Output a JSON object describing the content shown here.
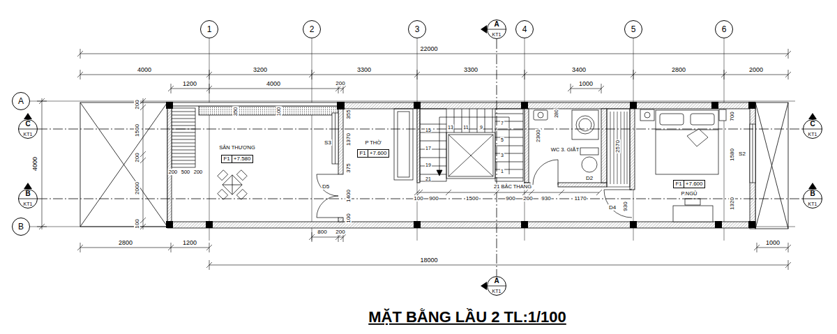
{
  "diagram": {
    "title": "MẶT BẰNG LẦU 2 TL:1/100",
    "nodes": [
      {
        "text": [
          "1"
        ]
      },
      {
        "text": [
          "2"
        ]
      },
      {
        "text": [
          "3"
        ]
      },
      {
        "text": [
          "4"
        ]
      },
      {
        "text": [
          "5"
        ]
      },
      {
        "text": [
          "6"
        ]
      },
      {
        "text": [
          "A"
        ]
      },
      {
        "text": [
          "B"
        ]
      },
      {
        "text": [
          "A",
          "KT1"
        ]
      },
      {
        "text": [
          "A",
          "KT1"
        ]
      },
      {
        "text": [
          "C",
          "KT1"
        ]
      },
      {
        "text": [
          "B",
          "KT1"
        ]
      },
      {
        "text": [
          "C",
          "KT1"
        ]
      },
      {
        "text": [
          "B",
          "KT1"
        ]
      },
      {
        "text": [
          "F1",
          "+7.580"
        ]
      },
      {
        "text": [
          "F1",
          "+7.600"
        ]
      },
      {
        "text": [
          "F1",
          "+7.600"
        ]
      }
    ],
    "edges": [
      {
        "from": 8,
        "to": 9,
        "arrow": "none"
      },
      {
        "from": 10,
        "to": 12,
        "arrow": "none"
      },
      {
        "from": 11,
        "to": 13,
        "arrow": "none"
      }
    ],
    "labels": [
      "22000",
      "4000",
      "3200",
      "3300",
      "3300",
      "3400",
      "2800",
      "2000",
      "1200",
      "4000",
      "200",
      "1000",
      "350",
      "100",
      "355",
      "1370",
      "375",
      "1400",
      "100",
      "S3",
      "SÂN THƯỢNG",
      "P THỜ",
      "D5",
      "200",
      "500",
      "200",
      "15",
      "13",
      "11",
      "9",
      "7",
      "17",
      "5",
      "19",
      "3",
      "21",
      "1",
      "21 BẬC THANG",
      "100",
      "900",
      "1500",
      "900",
      "200",
      "930",
      "1170",
      "280",
      "2300",
      "WC 3. GIẶT",
      "D2",
      "2570",
      "930",
      "D4",
      "P.NGỦ",
      "700",
      "1580",
      "1320",
      "S2",
      "4000",
      "200",
      "1500",
      "200",
      "2000",
      "100",
      "2800",
      "1200",
      "800",
      "200",
      "18000",
      "1000"
    ]
  }
}
